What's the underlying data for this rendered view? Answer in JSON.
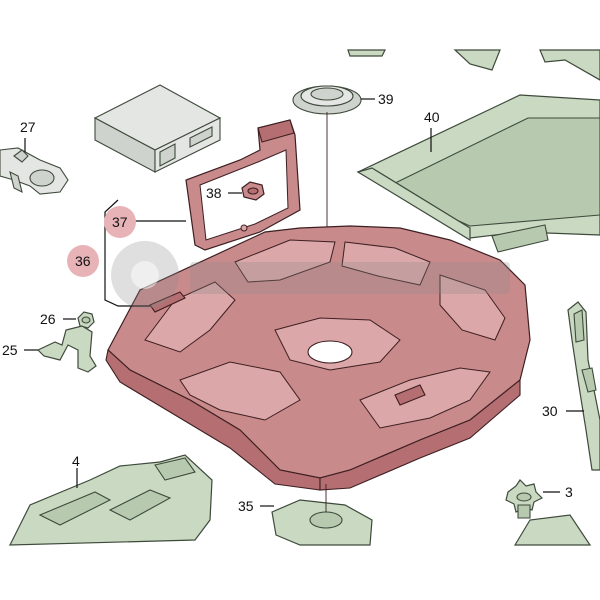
{
  "callouts": {
    "p3": "3",
    "p4": "4",
    "p25": "25",
    "p26": "26",
    "p27": "27",
    "p30": "30",
    "p35": "35",
    "p36": "36",
    "p37": "37",
    "p38": "38",
    "p39": "39",
    "p40": "40"
  },
  "colors": {
    "highlighted_part": "#c98a8c",
    "callout_highlight": "#e7b3b7",
    "other_parts": "#c9d9c2"
  },
  "watermark": {
    "icon": "gear-icon"
  }
}
